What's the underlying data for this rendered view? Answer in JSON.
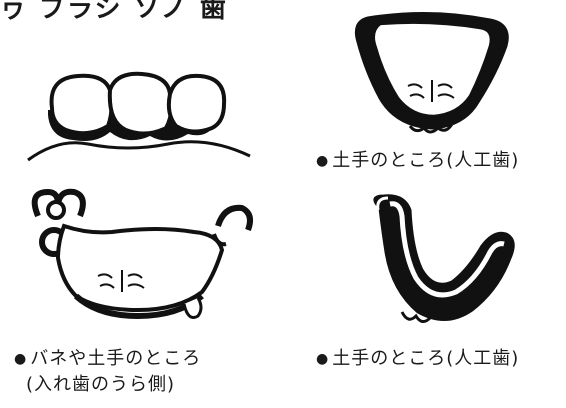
{
  "header": {
    "title": "ヮ ブラシ ソノ 歯"
  },
  "captions": {
    "top_right": "土手のところ(人工歯)",
    "bottom_left_line1": "バネや土手のところ",
    "bottom_left_line2": "(入れ歯のうら側)",
    "bottom_right": "土手のところ(人工歯)"
  },
  "bullet_symbol": "●",
  "colors": {
    "ink": "#1a1a1a",
    "paper": "#ffffff"
  }
}
